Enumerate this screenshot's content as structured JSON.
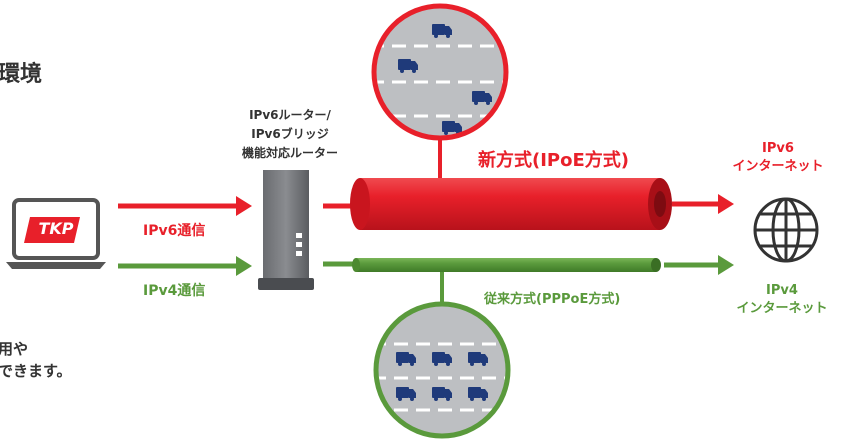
{
  "heading_fragment": "環境",
  "footnote_line1": "用や",
  "footnote_line2": "できます。",
  "laptop_logo": "TKP",
  "router_label": [
    "IPv6ルーター/",
    "IPv6ブリッジ",
    "機能対応ルーター"
  ],
  "ipv6_flow_label": "IPv6通信",
  "ipv4_flow_label": "IPv4通信",
  "new_method_label": "新方式(IPoE方式)",
  "old_method_label": "従来方式(PPPoE方式)",
  "ipv6_internet": [
    "IPv6",
    "インターネット"
  ],
  "ipv4_internet": [
    "IPv4",
    "インターネット"
  ],
  "colors": {
    "ipv6": "#e8202a",
    "ipv4": "#5a9a3c",
    "dark": "#333333",
    "truck": "#1f3a7a"
  }
}
